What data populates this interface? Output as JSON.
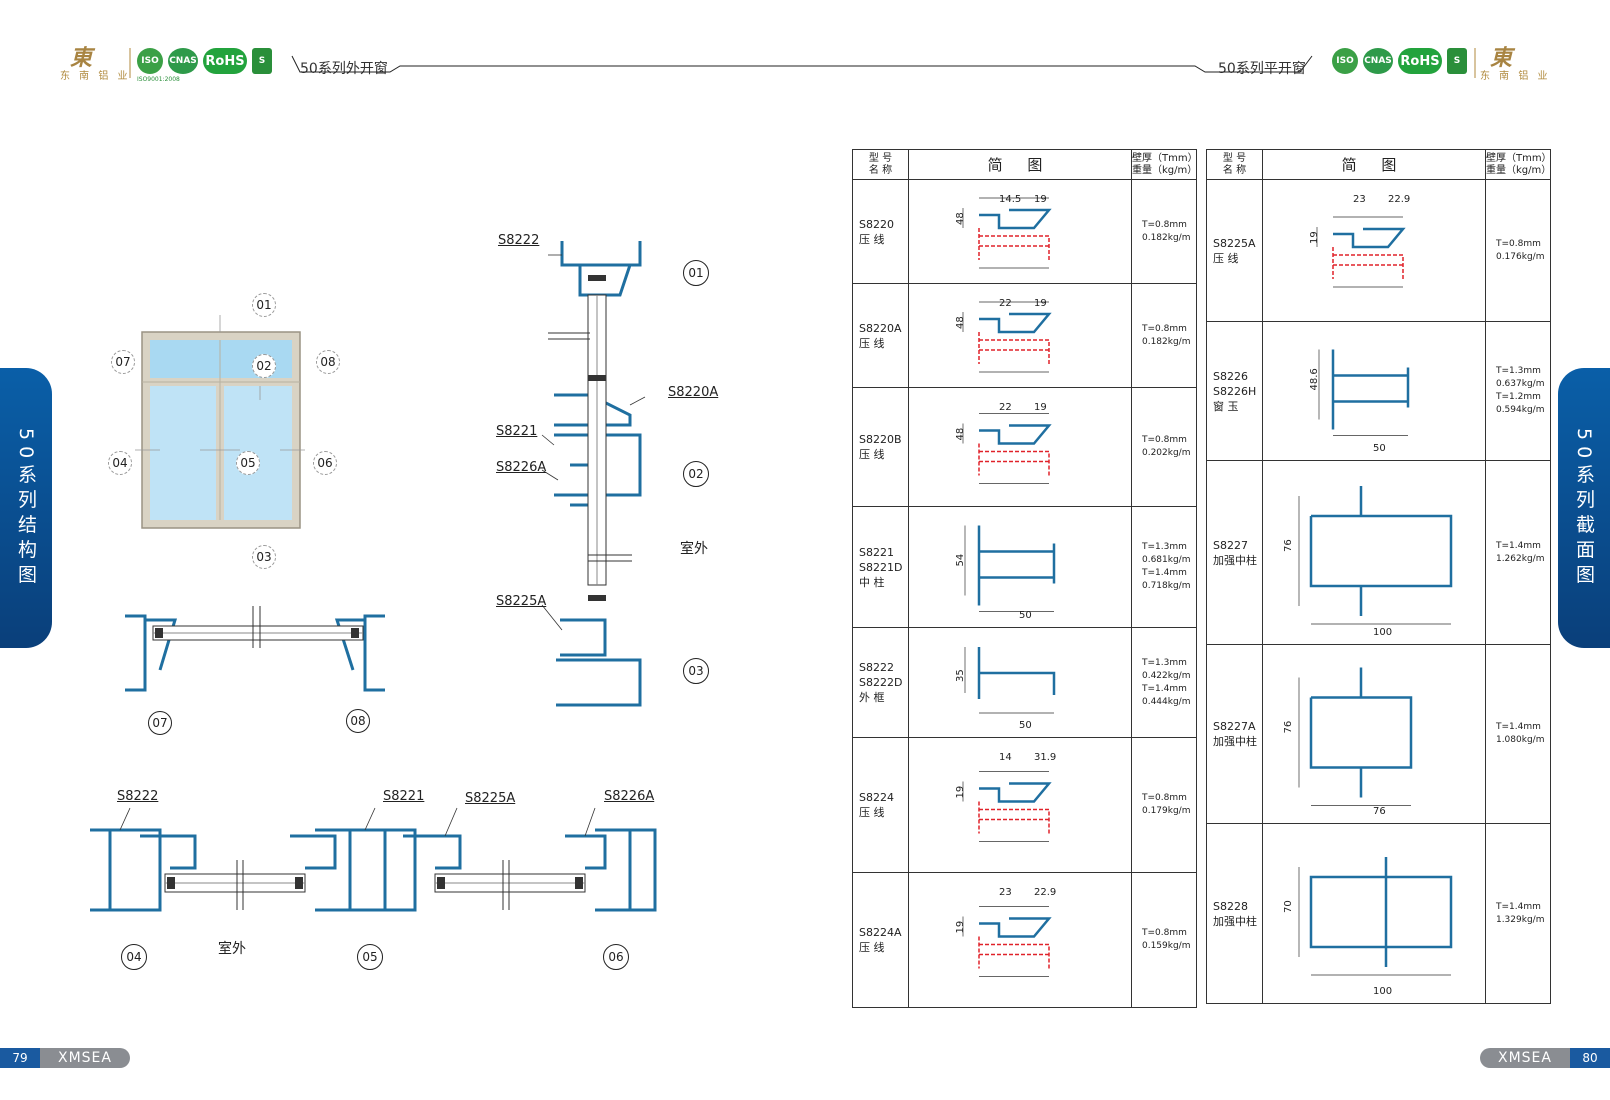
{
  "header": {
    "left_brand": "东 南 铝 业",
    "left_title": "50系列外开窗",
    "right_title": "50系列平开窗",
    "right_brand": "东 南 铝 业",
    "cert_rohs": "RoHS",
    "cert_iso": "ISO9001:2008"
  },
  "side_tabs": {
    "left": "50系列结构图",
    "right": "50系列截面图"
  },
  "footer": {
    "left_page": "79",
    "right_page": "80",
    "brand": "XMSEA"
  },
  "diagram": {
    "window_callouts": [
      "01",
      "02",
      "03",
      "04",
      "05",
      "06",
      "07",
      "08"
    ],
    "section_labels": {
      "top_s8222": "S8222",
      "s8220a": "S8220A",
      "s8221": "S8221",
      "s8226a": "S8226A",
      "s8225a": "S8225A",
      "outdoor": "室外"
    },
    "vertical_callouts": [
      "01",
      "02",
      "03"
    ],
    "horizontal_callouts": [
      "07",
      "08"
    ],
    "bottom_labels": {
      "s8222": "S8222",
      "s8221": "S8221",
      "s8225a": "S8225A",
      "s8226a": "S8226A",
      "outdoor": "室外"
    },
    "bottom_callouts": [
      "04",
      "05",
      "06"
    ]
  },
  "table_headers": {
    "model_line1": "型 号",
    "model_line2": "名 称",
    "drawing": "简 图",
    "spec_line1": "壁厚（Tmm）",
    "spec_line2": "重量（kg/m）"
  },
  "profiles_left": [
    {
      "model": "S8220",
      "name": "压 线",
      "spec": [
        "T=0.8mm",
        "0.182kg/m"
      ],
      "dims": [
        "14.5",
        "19",
        "48"
      ]
    },
    {
      "model": "S8220A",
      "name": "压 线",
      "spec": [
        "T=0.8mm",
        "0.182kg/m"
      ],
      "dims": [
        "22",
        "19",
        "48"
      ]
    },
    {
      "model": "S8220B",
      "name": "压 线",
      "spec": [
        "T=0.8mm",
        "0.202kg/m"
      ],
      "dims": [
        "22",
        "19",
        "48"
      ]
    },
    {
      "model": "S8221\nS8221D",
      "name": "中 柱",
      "spec": [
        "T=1.3mm",
        "0.681kg/m",
        "T=1.4mm",
        "0.718kg/m"
      ],
      "dims": [
        "54",
        "50"
      ]
    },
    {
      "model": "S8222\nS8222D",
      "name": "外 框",
      "spec": [
        "T=1.3mm",
        "0.422kg/m",
        "T=1.4mm",
        "0.444kg/m"
      ],
      "dims": [
        "35",
        "50"
      ]
    },
    {
      "model": "S8224",
      "name": "压 线",
      "spec": [
        "T=0.8mm",
        "0.179kg/m"
      ],
      "dims": [
        "14",
        "31.9",
        "19"
      ]
    },
    {
      "model": "S8224A",
      "name": "压 线",
      "spec": [
        "T=0.8mm",
        "0.159kg/m"
      ],
      "dims": [
        "23",
        "22.9",
        "19"
      ]
    }
  ],
  "profiles_right": [
    {
      "model": "S8225A",
      "name": "压 线",
      "spec": [
        "T=0.8mm",
        "0.176kg/m"
      ],
      "dims": [
        "23",
        "22.9",
        "19"
      ]
    },
    {
      "model": "S8226\nS8226H",
      "name": "窗 玉",
      "spec": [
        "T=1.3mm",
        "0.637kg/m",
        "T=1.2mm",
        "0.594kg/m"
      ],
      "dims": [
        "48.6",
        "50"
      ]
    },
    {
      "model": "S8227",
      "name": "加强中柱",
      "spec": [
        "T=1.4mm",
        "1.262kg/m"
      ],
      "dims": [
        "76",
        "100"
      ]
    },
    {
      "model": "S8227A",
      "name": "加强中柱",
      "spec": [
        "T=1.4mm",
        "1.080kg/m"
      ],
      "dims": [
        "76",
        "76"
      ]
    },
    {
      "model": "S8228",
      "name": "加强中柱",
      "spec": [
        "T=1.4mm",
        "1.329kg/m"
      ],
      "dims": [
        "70",
        "100"
      ]
    }
  ],
  "colors": {
    "profile_blue": "#1f6fa0",
    "dash_red": "#e0222a",
    "tab_blue": "#0a4f92",
    "gold": "#b08a3c",
    "cert_green": "#23a33d"
  }
}
